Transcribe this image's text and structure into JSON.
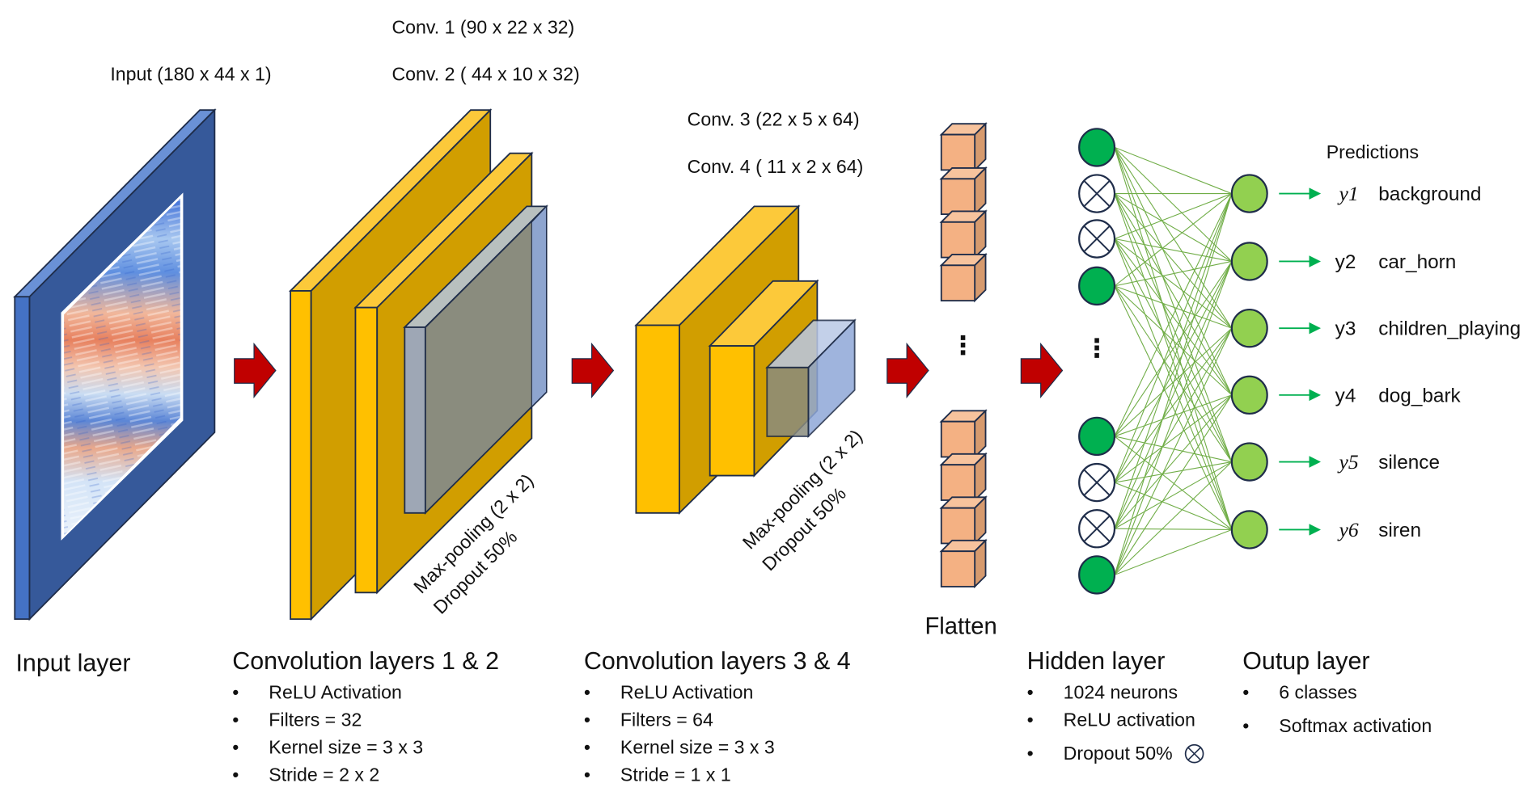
{
  "colors": {
    "input_front": "#36599a",
    "input_side": "#4472c4",
    "input_top": "#6a91d6",
    "conv_front": "#d19e00",
    "conv_side": "#ffc000",
    "conv_top": "#fcc93a",
    "pool_front": "#8a8c7e",
    "pool_side": "#9ea7b5",
    "pool_overlay": "#8fa8d8",
    "outline": "#1f2d4a",
    "arrow": "#c00000",
    "cube_front": "#f4b183",
    "cube_side": "#d69a6e",
    "cube_top": "#f7c39d",
    "hidden_node": "#00b050",
    "output_node": "#92d050",
    "edge": "#70ad47",
    "pred_arrow": "#00b050"
  },
  "top_labels": {
    "input": "Input (180 x 44 x 1)",
    "conv1": "Conv. 1 (90 x 22 x 32)",
    "conv2": "Conv. 2 ( 44 x 10 x 32)",
    "conv3": "Conv. 3 (22 x 5 x 64)",
    "conv4": "Conv. 4 ( 11 x 2 x 64)"
  },
  "pool_labels": {
    "block1": [
      "Max-pooling (2 x 2)",
      "Dropout 50%"
    ],
    "block2": [
      "Max-pooling (2 x 2)",
      "Dropout 50%"
    ]
  },
  "flatten_label": "Flatten",
  "ellipsis": "⋮",
  "hidden_nodes": [
    "active",
    "dropped",
    "dropped",
    "active",
    "gap",
    "active",
    "dropped",
    "dropped",
    "active"
  ],
  "predictions": {
    "title": "Predictions",
    "items": [
      {
        "symbol": "y1",
        "label": "background",
        "math": true
      },
      {
        "symbol": "y2",
        "label": "car_horn",
        "math": false
      },
      {
        "symbol": "y3",
        "label": "children_playing",
        "math": false
      },
      {
        "symbol": "y4",
        "label": "dog_bark",
        "math": false
      },
      {
        "symbol": "y5",
        "label": "silence",
        "math": true
      },
      {
        "symbol": "y6",
        "label": "siren",
        "math": true
      }
    ]
  },
  "sections": {
    "input": {
      "title": "Input layer",
      "items": []
    },
    "conv12": {
      "title": "Convolution layers 1 & 2",
      "items": [
        "ReLU Activation",
        "Filters = 32",
        "Kernel size = 3 x  3",
        "Stride = 2 x 2"
      ]
    },
    "conv34": {
      "title": "Convolution layers 3 & 4",
      "items": [
        "ReLU Activation",
        "Filters = 64",
        "Kernel size = 3 x  3",
        "Stride = 1 x 1"
      ]
    },
    "hidden": {
      "title": "Hidden layer",
      "items": [
        "1024 neurons",
        "ReLU activation",
        "Dropout 50%"
      ]
    },
    "output": {
      "title": "Outup layer",
      "items": [
        "6 classes",
        "Softmax activation"
      ]
    }
  },
  "bullet": "•"
}
